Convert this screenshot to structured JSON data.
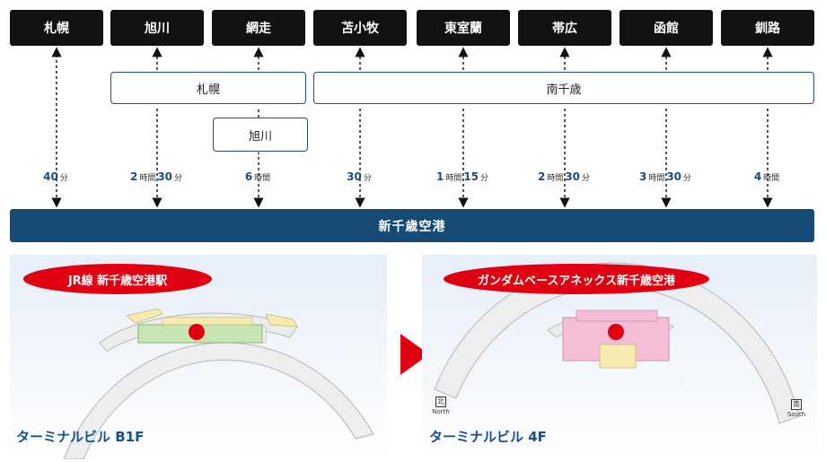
{
  "destinations": [
    "札幌",
    "旭川",
    "網走",
    "苫小牧",
    "東室蘭",
    "帯広",
    "函館",
    "釧路"
  ],
  "hubs": {
    "sapporo": "札幌",
    "minami_chitose": "南千歳",
    "asahikawa": "旭川"
  },
  "times": [
    {
      "a": "40",
      "b": "分"
    },
    {
      "a": "2",
      "b": "時間",
      "c": "30",
      "d": "分"
    },
    {
      "a": "6",
      "b": "時間"
    },
    {
      "a": "30",
      "b": "分"
    },
    {
      "a": "1",
      "b": "時間",
      "c": "15",
      "d": "分"
    },
    {
      "a": "2",
      "b": "時間",
      "c": "30",
      "d": "分"
    },
    {
      "a": "3",
      "b": "時間",
      "c": "30",
      "d": "分"
    },
    {
      "a": "4",
      "b": "時間"
    }
  ],
  "airport": "新千歳空港",
  "maps": {
    "left": {
      "station": "JR線 新千歳空港駅",
      "floor": "ターミナルビル B1F"
    },
    "right": {
      "station": "ガンダムベースアネックス新千歳空港",
      "floor": "ターミナルビル 4F"
    }
  },
  "compass": {
    "north_char": "北",
    "north_text": "North",
    "south_char": "南",
    "south_text": "South"
  },
  "colors": {
    "navy": "#164b75",
    "red": "#e00012",
    "label_blue": "#1b4f8c",
    "green_area": "#c8e6b4",
    "pink_area": "#f4bfd6",
    "yellow_path": "#f7ecb0"
  }
}
